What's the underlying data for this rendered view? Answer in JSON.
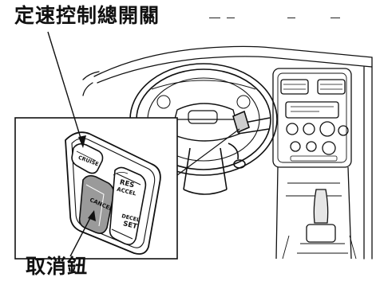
{
  "labels": {
    "cruise_control_switch": "定速控制總開關",
    "cancel_button": "取消鈕"
  },
  "switch_text": {
    "cruise": "CRUISE",
    "res_accel_1": "RES",
    "res_accel_2": "ACCEL",
    "cancel": "CANCEL",
    "decel_set_1": "DECEL",
    "decel_set_2": "SET"
  },
  "colors": {
    "ink": "#111111",
    "panel_fill": "#ffffff",
    "shade": "#9a9a9a"
  }
}
